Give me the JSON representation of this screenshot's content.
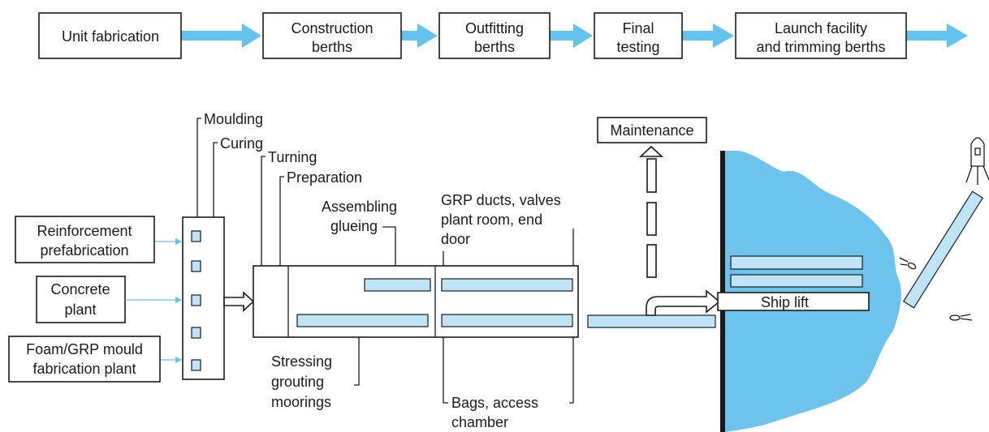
{
  "colors": {
    "accent": "#63c3ef",
    "water": "#6cc4ec",
    "slab": "#bfe4f5",
    "ink": "#1a1a1a"
  },
  "flow": {
    "steps": [
      [
        "Unit fabrication"
      ],
      [
        "Construction",
        "berths"
      ],
      [
        "Outfitting",
        "berths"
      ],
      [
        "Final",
        "testing"
      ],
      [
        "Launch facility",
        "and trimming berths"
      ]
    ]
  },
  "inputs": {
    "reinforcement": [
      "Reinforcement",
      "prefabrication"
    ],
    "concrete": [
      "Concrete",
      "plant"
    ],
    "foam": [
      "Foam/GRP mould",
      "fabrication plant"
    ]
  },
  "labels": {
    "moulding": "Moulding",
    "curing": "Curing",
    "turning": "Turning",
    "preparation": "Preparation",
    "assembling": [
      "Assembling",
      "glueing"
    ],
    "grp": [
      "GRP ducts, valves",
      "plant room, end",
      "door"
    ],
    "stressing": [
      "Stressing",
      "grouting",
      "moorings"
    ],
    "bags": [
      "Bags, access",
      "chamber"
    ],
    "maintenance": "Maintenance",
    "ship_lift": "Ship lift"
  }
}
